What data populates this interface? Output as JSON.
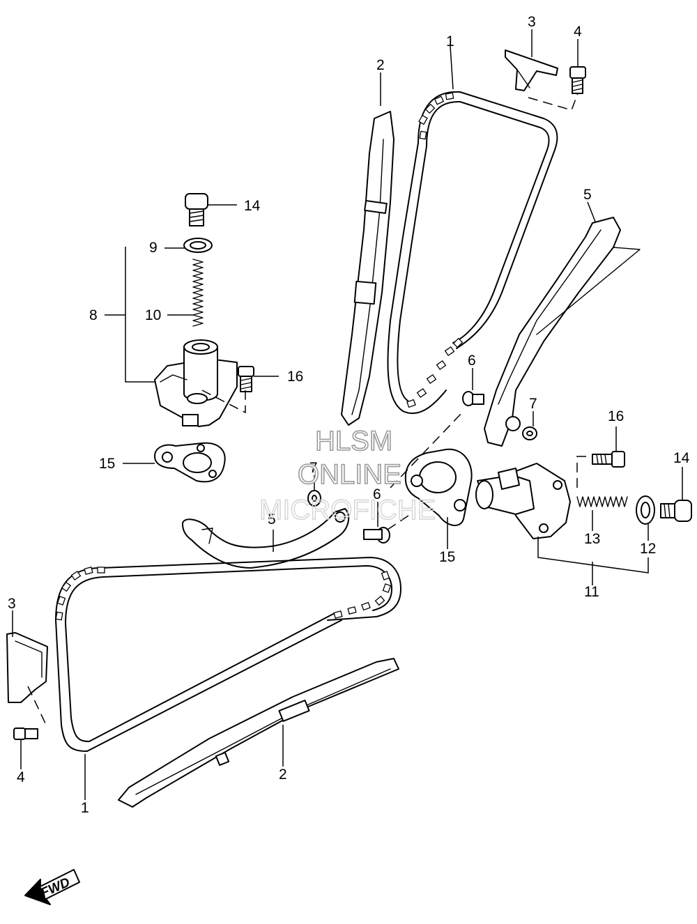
{
  "labels": {
    "l1_top": "1",
    "l2_top": "2",
    "l3_top": "3",
    "l4_top": "4",
    "l5_right": "5",
    "l6_mid": "6",
    "l7_right": "7",
    "l14_left": "14",
    "l9": "9",
    "l8": "8",
    "l10": "10",
    "l16_left": "16",
    "l15_left": "15",
    "l7_left": "7",
    "l5_center": "5",
    "l6_center": "6",
    "l15_center": "15",
    "l16_right": "16",
    "l14_right": "14",
    "l13": "13",
    "l12": "12",
    "l11": "11",
    "l3_left": "3",
    "l4_left": "4",
    "l1_bottom": "1",
    "l2_bottom": "2"
  },
  "watermark": {
    "line1": "HLSM",
    "line2": "ONLINE",
    "line3": "MICROFICHE"
  },
  "fwd": {
    "text": "FWD"
  },
  "icons": {
    "fwd_arrow": "left-down-arrow-icon"
  },
  "colors": {
    "line": "#000000",
    "background": "#ffffff",
    "watermark_outline": "#9a9a9a"
  }
}
